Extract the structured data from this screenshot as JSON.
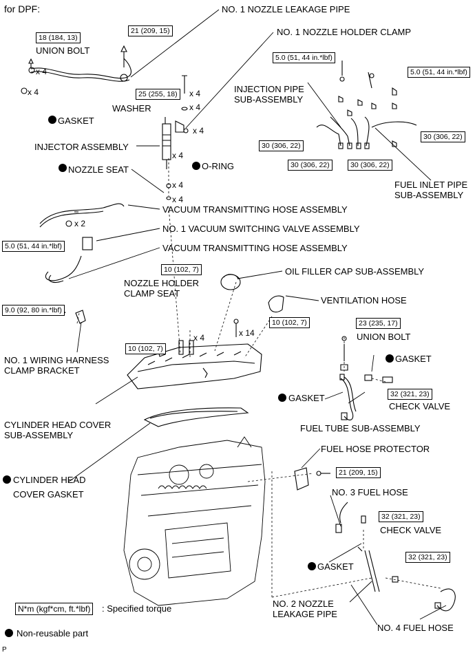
{
  "header": {
    "title": "for DPF:"
  },
  "labels": {
    "no1_nozzle_leakage_pipe": "NO. 1 NOZZLE LEAKAGE PIPE",
    "no1_nozzle_holder_clamp": "NO. 1 NOZZLE HOLDER CLAMP",
    "union_bolt": "UNION BOLT",
    "injection_pipe_1": "INJECTION PIPE",
    "injection_pipe_2": "SUB-ASSEMBLY",
    "washer": "WASHER",
    "gasket": "GASKET",
    "injector_assembly": "INJECTOR ASSEMBLY",
    "nozzle_seat": "NOZZLE SEAT",
    "o_ring": "O-RING",
    "fuel_inlet_pipe_1": "FUEL INLET PIPE",
    "fuel_inlet_pipe_2": "SUB-ASSEMBLY",
    "vacuum_hose": "VACUUM TRANSMITTING HOSE ASSEMBLY",
    "no1_vsv": "NO. 1 VACUUM SWITCHING VALVE ASSEMBLY",
    "oil_filler_cap": "OIL FILLER CAP SUB-ASSEMBLY",
    "nozzle_holder_clamp_seat_1": "NOZZLE HOLDER",
    "nozzle_holder_clamp_seat_2": "CLAMP SEAT",
    "ventilation_hose": "VENTILATION HOSE",
    "wiring_harness_1": "NO. 1 WIRING HARNESS",
    "wiring_harness_2": "CLAMP BRACKET",
    "check_valve": "CHECK VALVE",
    "cylinder_head_cover_1": "CYLINDER HEAD COVER",
    "cylinder_head_cover_2": "SUB-ASSEMBLY",
    "fuel_tube": "FUEL TUBE SUB-ASSEMBLY",
    "fuel_hose_protector": "FUEL HOSE PROTECTOR",
    "cyl_head_cover_gasket_1": "CYLINDER HEAD",
    "cyl_head_cover_gasket_2": "COVER GASKET",
    "no3_fuel_hose": "NO. 3 FUEL HOSE",
    "no2_nozzle_1": "NO. 2 NOZZLE",
    "no2_nozzle_2": "LEAKAGE PIPE",
    "no4_fuel_hose": "NO. 4 FUEL HOSE"
  },
  "torques": {
    "t18": "18 (184, 13)",
    "t21": "21 (209, 15)",
    "t5_50": "5.0 (51, 44 in.*lbf)",
    "t25": "25 (255, 18)",
    "t30": "30 (306, 22)",
    "t10": "10 (102, 7)",
    "t9": "9.0 (92, 80 in.*lbf)",
    "t23": "23 (235, 17)",
    "t32": "32 (321, 23)"
  },
  "quantities": {
    "x2": "x 2",
    "x4": "x 4",
    "x14": "x 14"
  },
  "legend": {
    "torque_unit": "N*m (kgf*cm, ft.*lbf)",
    "torque_text": ": Specified torque",
    "nonreusable_text": "Non-reusable part"
  },
  "footer": {
    "code": "P"
  }
}
